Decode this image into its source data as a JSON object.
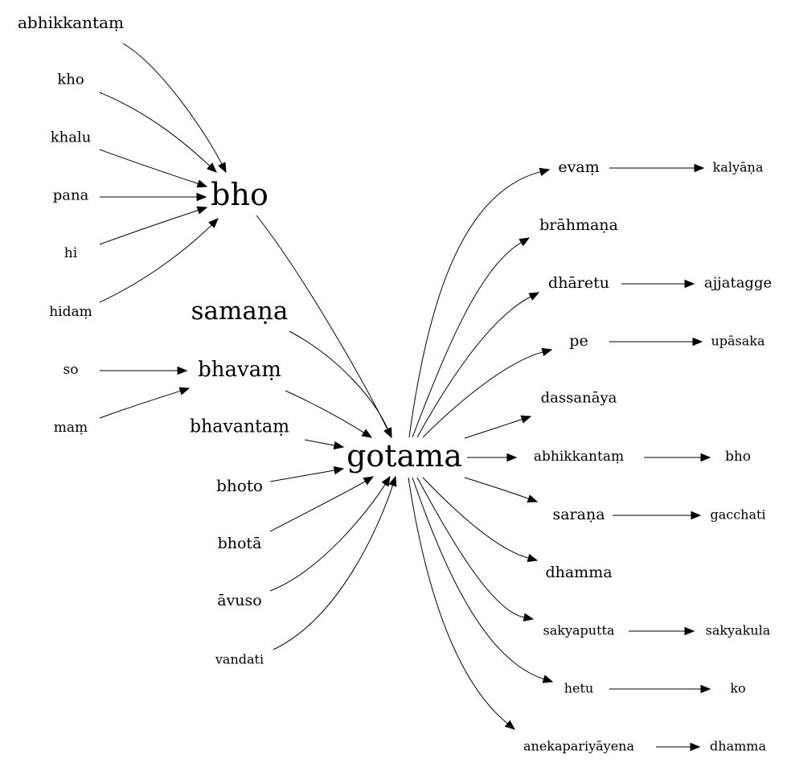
{
  "graph": {
    "nodes": {
      "abhikkantam_l": "abhikkantaṃ",
      "kho": "kho",
      "khalu": "khalu",
      "pana": "pana",
      "hi": "hi",
      "hidam": "hidaṃ",
      "so": "so",
      "mam": "maṃ",
      "bho_c": "bho",
      "samana": "samaṇa",
      "bhavam": "bhavaṃ",
      "bhavantam": "bhavantaṃ",
      "bhoto": "bhoto",
      "bhota": "bhotā",
      "avuso": "āvuso",
      "vandati": "vandati",
      "gotama": "gotama",
      "evam": "evaṃ",
      "brahmana": "brāhmaṇa",
      "dharetu": "dhāretu",
      "pe": "pe",
      "dassanaya": "dassanāya",
      "abhikkantam_r": "abhikkantaṃ",
      "sarana": "saraṇa",
      "dhamma_m": "dhamma",
      "sakyaputta": "sakyaputta",
      "hetu": "hetu",
      "anekapariyayena": "anekapariyāyena",
      "kalyana": "kalyāṇa",
      "ajjatagge": "ajjatagge",
      "upasaka": "upāsaka",
      "bho_r": "bho",
      "gacchati": "gacchati",
      "sakyakula": "sakyakula",
      "ko": "ko",
      "dhamma_r": "dhamma"
    },
    "edges": [
      [
        "abhikkantam_l",
        "bho_c"
      ],
      [
        "kho",
        "bho_c"
      ],
      [
        "khalu",
        "bho_c"
      ],
      [
        "pana",
        "bho_c"
      ],
      [
        "hi",
        "bho_c"
      ],
      [
        "hidam",
        "bho_c"
      ],
      [
        "so",
        "bhavam"
      ],
      [
        "mam",
        "bhavam"
      ],
      [
        "bho_c",
        "gotama"
      ],
      [
        "samana",
        "gotama"
      ],
      [
        "bhavam",
        "gotama"
      ],
      [
        "bhavantam",
        "gotama"
      ],
      [
        "bhoto",
        "gotama"
      ],
      [
        "bhota",
        "gotama"
      ],
      [
        "avuso",
        "gotama"
      ],
      [
        "vandati",
        "gotama"
      ],
      [
        "gotama",
        "evam"
      ],
      [
        "gotama",
        "brahmana"
      ],
      [
        "gotama",
        "dharetu"
      ],
      [
        "gotama",
        "pe"
      ],
      [
        "gotama",
        "dassanaya"
      ],
      [
        "gotama",
        "abhikkantam_r"
      ],
      [
        "gotama",
        "sarana"
      ],
      [
        "gotama",
        "dhamma_m"
      ],
      [
        "gotama",
        "sakyaputta"
      ],
      [
        "gotama",
        "hetu"
      ],
      [
        "gotama",
        "anekapariyayena"
      ],
      [
        "evam",
        "kalyana"
      ],
      [
        "dharetu",
        "ajjatagge"
      ],
      [
        "pe",
        "upasaka"
      ],
      [
        "abhikkantam_r",
        "bho_r"
      ],
      [
        "sarana",
        "gacchati"
      ],
      [
        "sakyaputta",
        "sakyakula"
      ],
      [
        "hetu",
        "ko"
      ],
      [
        "anekapariyayena",
        "dhamma_r"
      ]
    ]
  }
}
